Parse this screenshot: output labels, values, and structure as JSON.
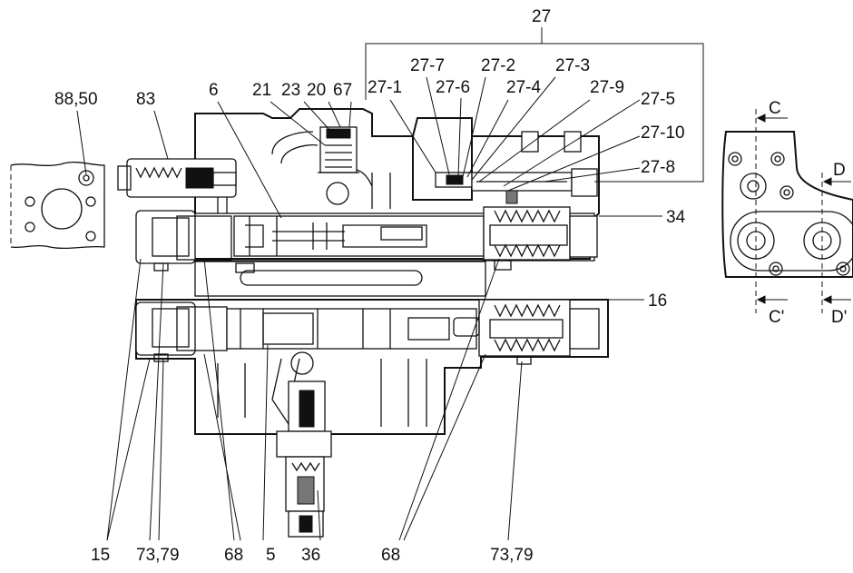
{
  "labels": {
    "l_27": "27",
    "l_27_7": "27-7",
    "l_27_2": "27-2",
    "l_27_3": "27-3",
    "l_27_1": "27-1",
    "l_27_6": "27-6",
    "l_27_4": "27-4",
    "l_27_9": "27-9",
    "l_27_5": "27-5",
    "l_27_10": "27-10",
    "l_27_8": "27-8",
    "l_88_50": "88,50",
    "l_83": "83",
    "l_6": "6",
    "l_21": "21",
    "l_23": "23",
    "l_20": "20",
    "l_67": "67",
    "l_34": "34",
    "l_16": "16",
    "l_15": "15",
    "l_73_79_a": "73,79",
    "l_68_a": "68",
    "l_5": "5",
    "l_36": "36",
    "l_68_b": "68",
    "l_73_79_b": "73,79",
    "l_C": "C",
    "l_C_prime": "C'",
    "l_D": "D",
    "l_D_prime": "D'"
  }
}
